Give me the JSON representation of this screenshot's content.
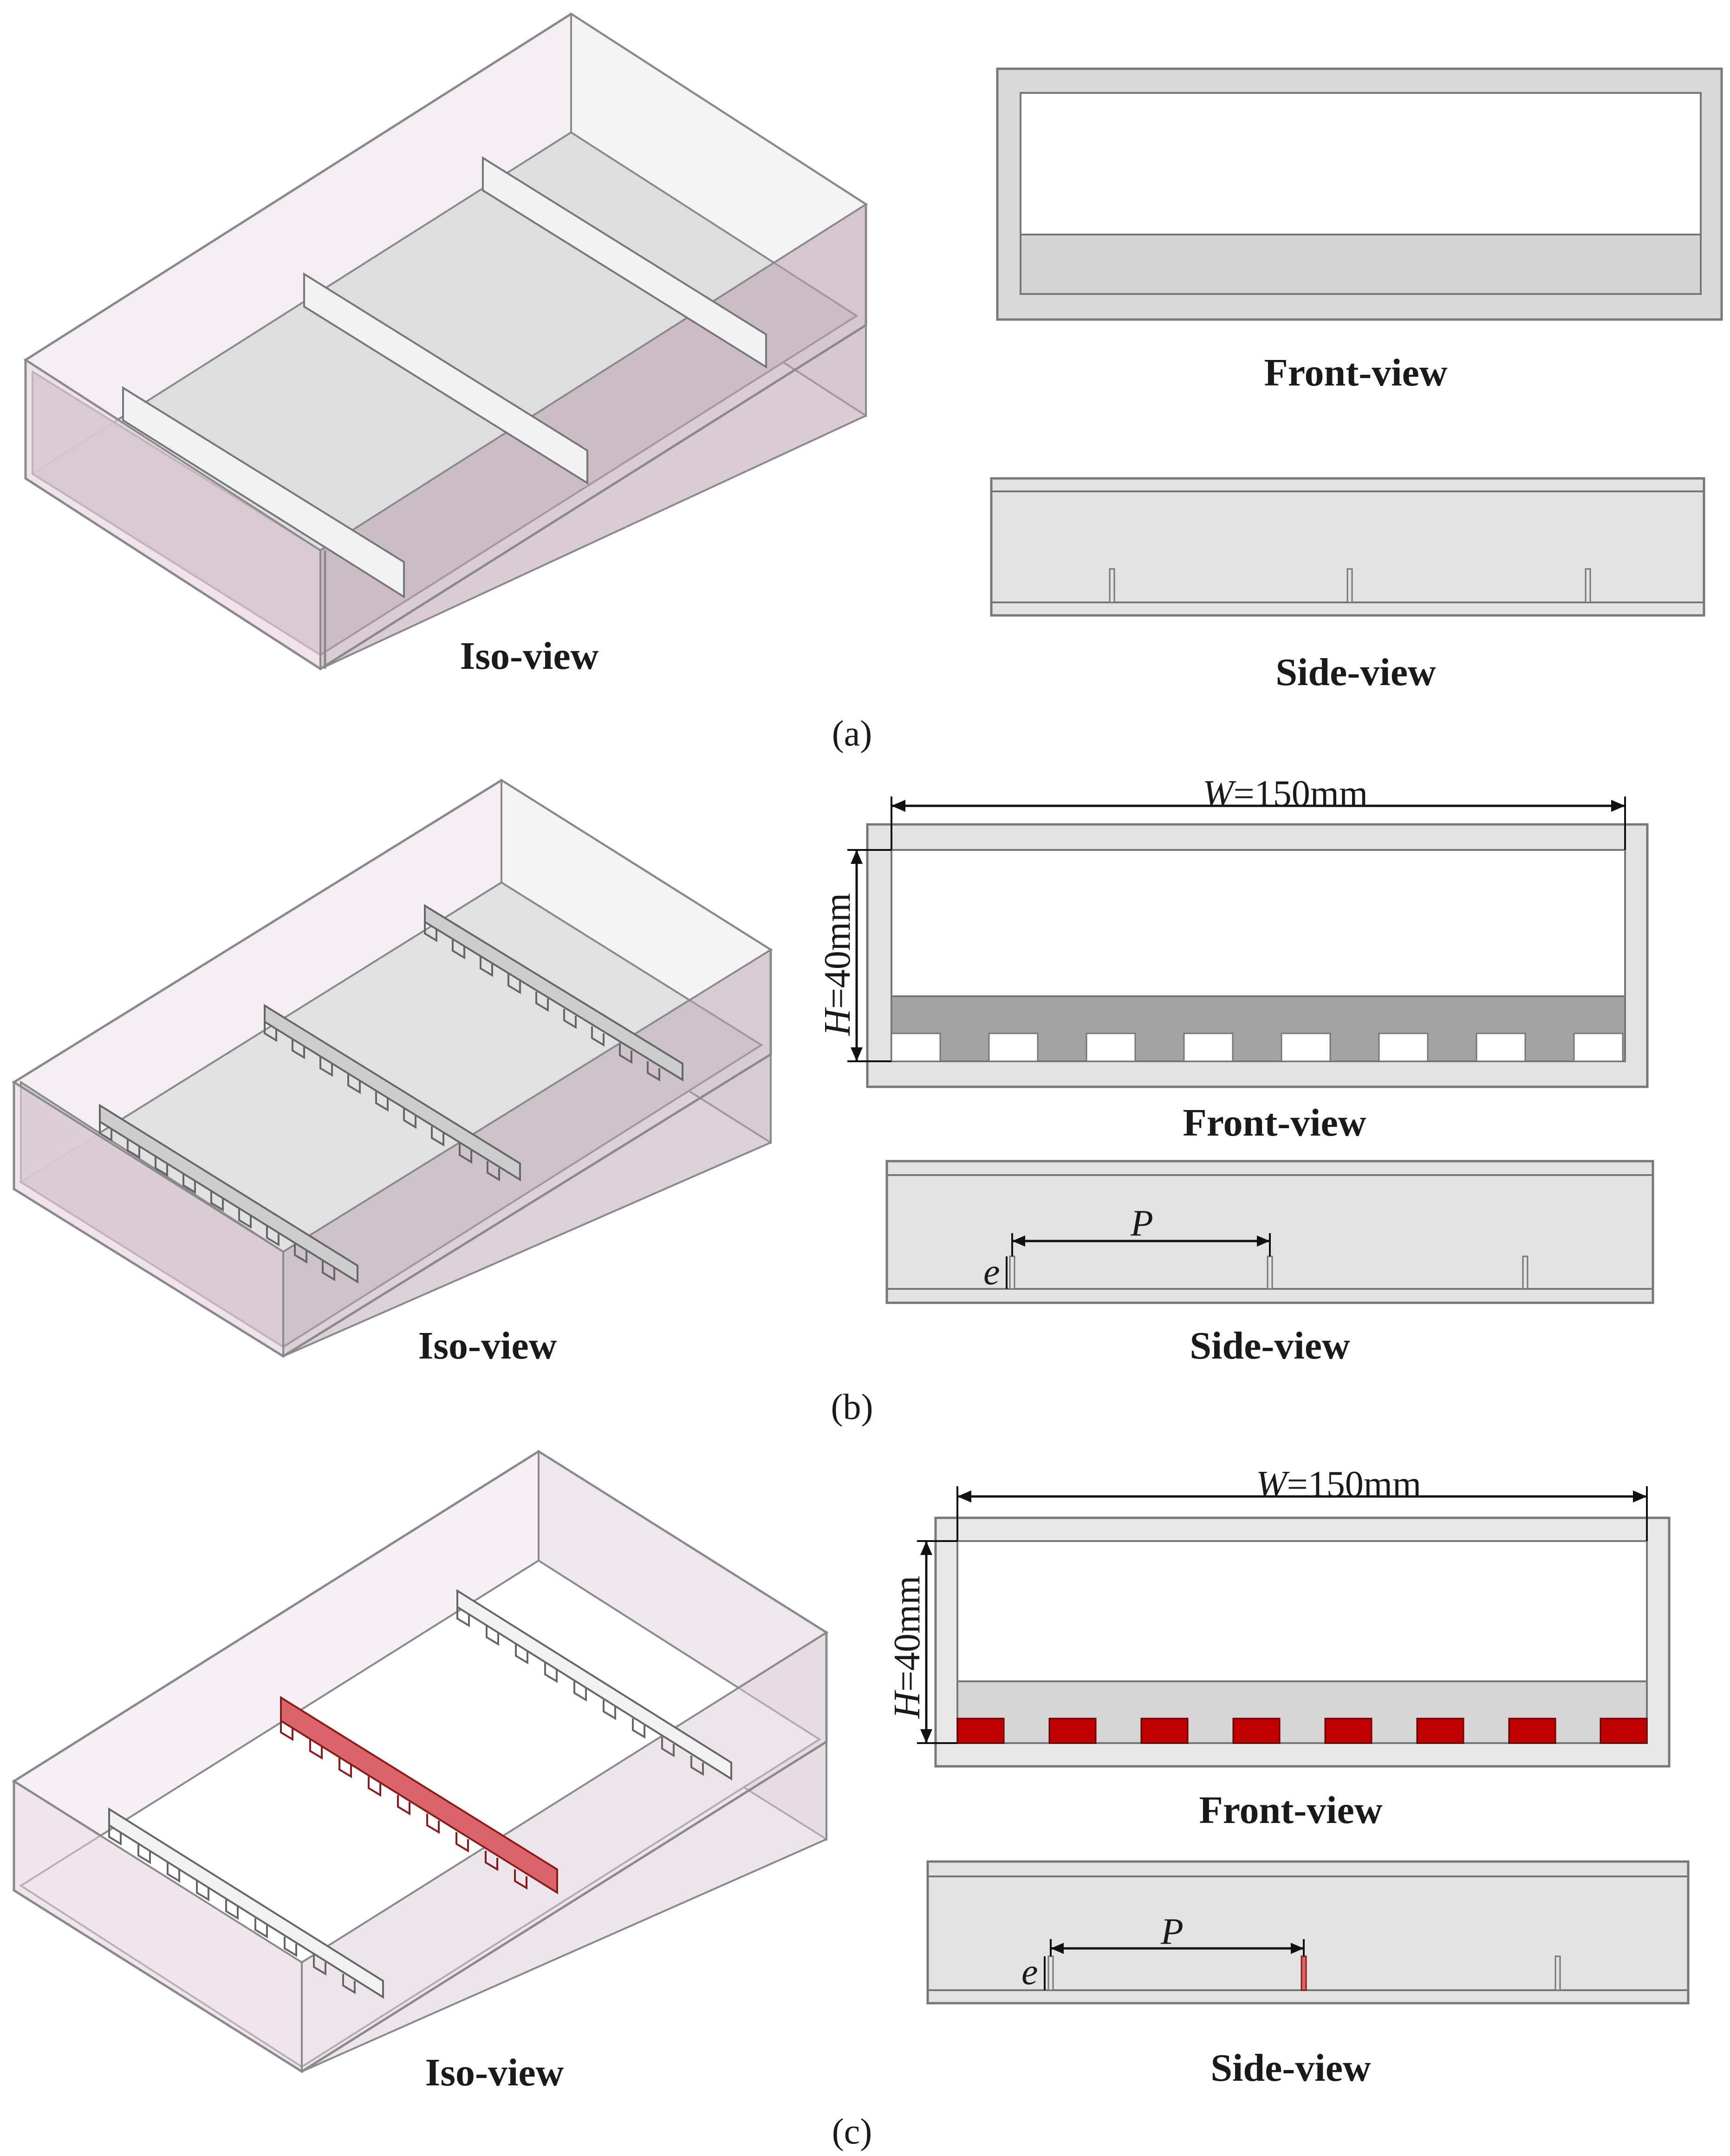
{
  "panels": [
    {
      "id": "a",
      "label": "(a)",
      "iso_view_label": "Iso-view",
      "front_view_label": "Front-view",
      "side_view_label": "Side-view"
    },
    {
      "id": "b",
      "label": "(b)",
      "iso_view_label": "Iso-view",
      "front_view_label": "Front-view",
      "side_view_label": "Side-view",
      "dimensions": {
        "width_letter": "W",
        "width_value": "=150mm",
        "height_letter": "H",
        "height_value": "=40mm",
        "pitch_label": "P",
        "rib_height_label": "e"
      }
    },
    {
      "id": "c",
      "label": "(c)",
      "iso_view_label": "Iso-view",
      "front_view_label": "Front-view",
      "side_view_label": "Side-view",
      "dimensions": {
        "width_letter": "W",
        "width_value": "=150mm",
        "height_letter": "H",
        "height_value": "=40mm",
        "pitch_label": "P",
        "rib_height_label": "e"
      }
    }
  ],
  "colors": {
    "channel_tint": "#e8d6e0",
    "channel_dark_tint": "#a996a4",
    "floor_grey": "#d9d9d9",
    "rib_grey": "#cfcfcf",
    "rib_dark": "#9e9e9e",
    "heated_rib_red": "#c00000",
    "heated_rib_pink": "#d9656a"
  }
}
